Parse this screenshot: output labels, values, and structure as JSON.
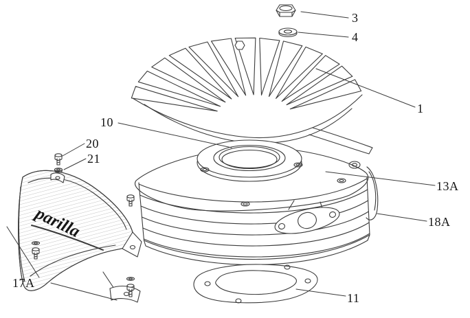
{
  "diagram": {
    "brand_text": "parilla",
    "colors": {
      "background": "#ffffff",
      "line": "#3a3a3a",
      "label_text": "#141414"
    }
  },
  "labels": [
    {
      "text": "3"
    },
    {
      "text": "4"
    },
    {
      "text": "1"
    },
    {
      "text": "10"
    },
    {
      "text": "20"
    },
    {
      "text": "21"
    },
    {
      "text": "13A"
    },
    {
      "text": "18A"
    },
    {
      "text": "17A"
    },
    {
      "text": "11"
    }
  ]
}
